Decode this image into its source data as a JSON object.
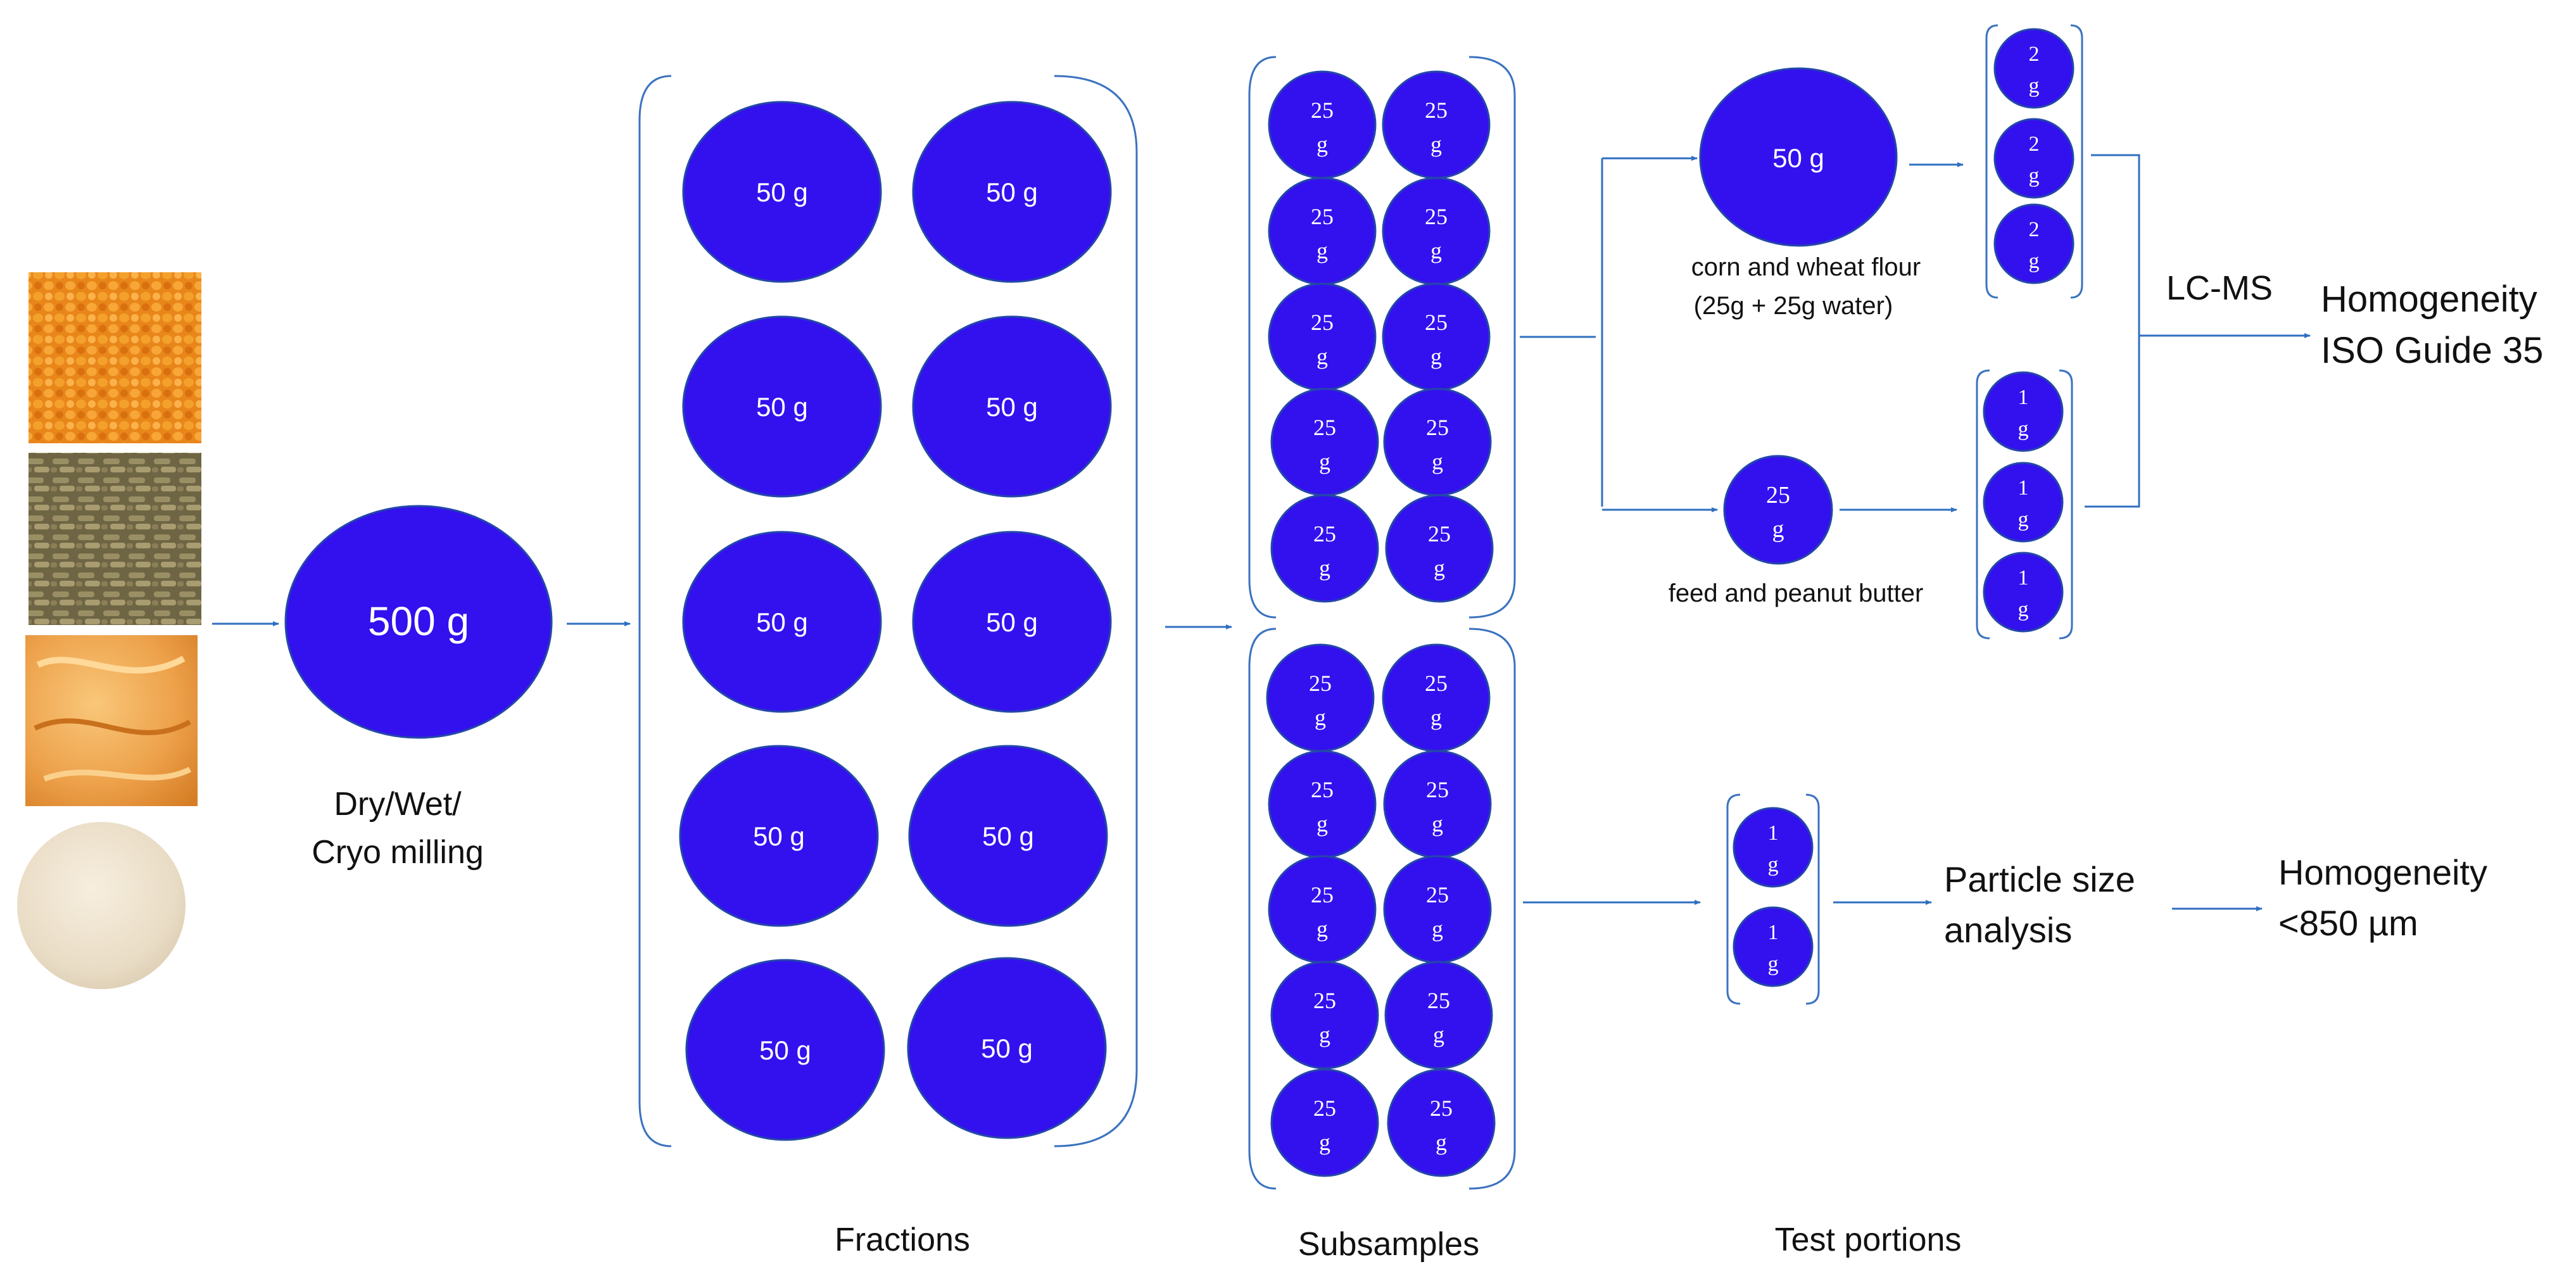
{
  "colors": {
    "circle_fill": "#3311EE",
    "circle_stroke": "#2448A8",
    "arrow": "#2F6FC0",
    "bracket": "#3B72BF",
    "text": "#111111"
  },
  "samples": [
    {
      "name": "corn-kernels-photo"
    },
    {
      "name": "feed-pellets-photo"
    },
    {
      "name": "peanut-butter-photo"
    },
    {
      "name": "flour-photo"
    }
  ],
  "start": {
    "value": "500 g",
    "caption_line1": "Dry/Wet/",
    "caption_line2": "Cryo milling"
  },
  "fractions": {
    "label": "50 g",
    "count": 10,
    "caption": "Fractions"
  },
  "subsamples": {
    "label_top": "25",
    "label_bottom": "g",
    "count_per_group": 10,
    "caption": "Subsamples"
  },
  "branch_a": {
    "value": "50 g",
    "caption_line1": "corn and wheat flour",
    "caption_line2": "(25g + 25g water)",
    "portion_top": "2",
    "portion_bottom": "g"
  },
  "branch_b": {
    "value_top": "25",
    "value_bottom": "g",
    "caption": "feed and peanut butter",
    "portion_top": "1",
    "portion_bottom": "g"
  },
  "lcms": "LC-MS",
  "result_a": {
    "line1": "Homogeneity",
    "line2": "ISO Guide 35"
  },
  "particle": {
    "line1": "Particle size",
    "line2": "analysis",
    "portion_top": "1",
    "portion_bottom": "g"
  },
  "result_b": {
    "line1": "Homogeneity",
    "line2": "<850 µm"
  },
  "test_portions": "Test portions"
}
